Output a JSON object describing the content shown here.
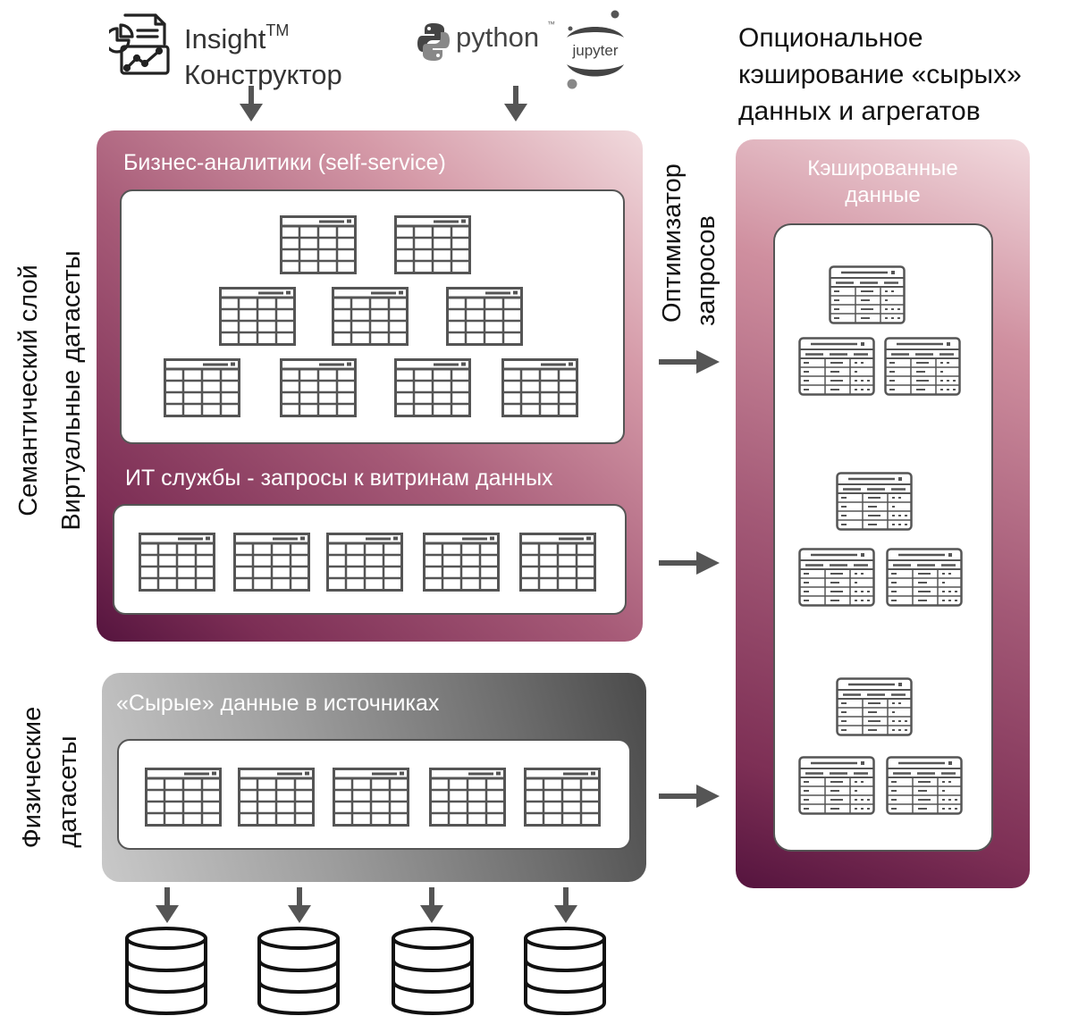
{
  "tools": {
    "insight_name": "Insight",
    "insight_tm": "TM",
    "insight_subtitle": "Конструктор",
    "python_label": "python",
    "python_tm": "™",
    "jupyter_label": "jupyter"
  },
  "caching_caption": {
    "line1": "Опциональное",
    "line2": "кэширование «сырых»",
    "line3": "данных и агрегатов"
  },
  "side_labels": {
    "semantic_layer": "Семантический слой",
    "virtual_datasets": "Виртуальные датасеты",
    "physical_line1": "Физические",
    "physical_line2": "датасеты",
    "optimizer_line1": "Оптимизатор",
    "optimizer_line2": "запросов"
  },
  "virtual_block": {
    "business_title": "Бизнес-аналитики (self-service)",
    "it_title": "ИТ службы - запросы к витринам данных",
    "business_tables": 9,
    "it_tables": 5
  },
  "physical_block": {
    "title": "«Сырые» данные в источниках",
    "tables": 5,
    "databases": 4
  },
  "cache_block": {
    "title_line1": "Кэшированные",
    "title_line2": "данные",
    "groups": 3,
    "tables_per_group": 3
  },
  "colors": {
    "semantic_gradient_dark": "#55143e",
    "semantic_gradient_light": "#f1dadd",
    "physical_gradient_dark": "#4a4a4a",
    "physical_gradient_light": "#c9c9c9",
    "arrow": "#555555"
  }
}
